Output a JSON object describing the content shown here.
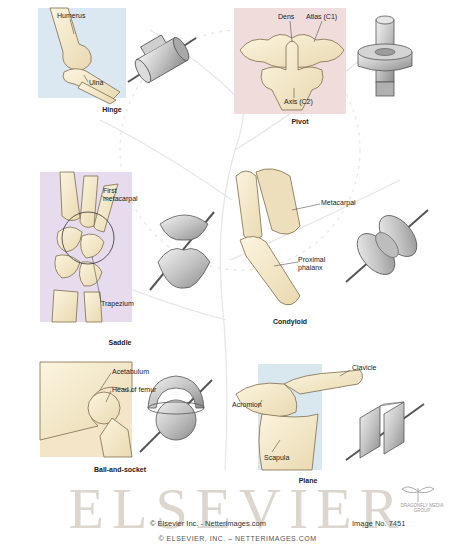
{
  "diagram": {
    "labels": [
      "Humerus",
      "Ulna",
      "Hinge",
      "Dens",
      "Atlas (C1)",
      "Axis (C2)",
      "Pivot",
      "First metacarpal",
      "Trapezium",
      "Saddle",
      "Metacarpal",
      "Proximal phalanx",
      "Condyloid",
      "Acetabulum",
      "Head of femur",
      "Ball-and-socket",
      "Clavicle",
      "Acromion",
      "Scapula",
      "Plane",
      "ELSEVIER",
      "DRAGONFLY MEDIA GROUP",
      "© Elsevier Inc. - Netterimages.com",
      "Image No. 7451",
      "© ELSEVIER, INC. – NETTERIMAGES.COM"
    ]
  }
}
